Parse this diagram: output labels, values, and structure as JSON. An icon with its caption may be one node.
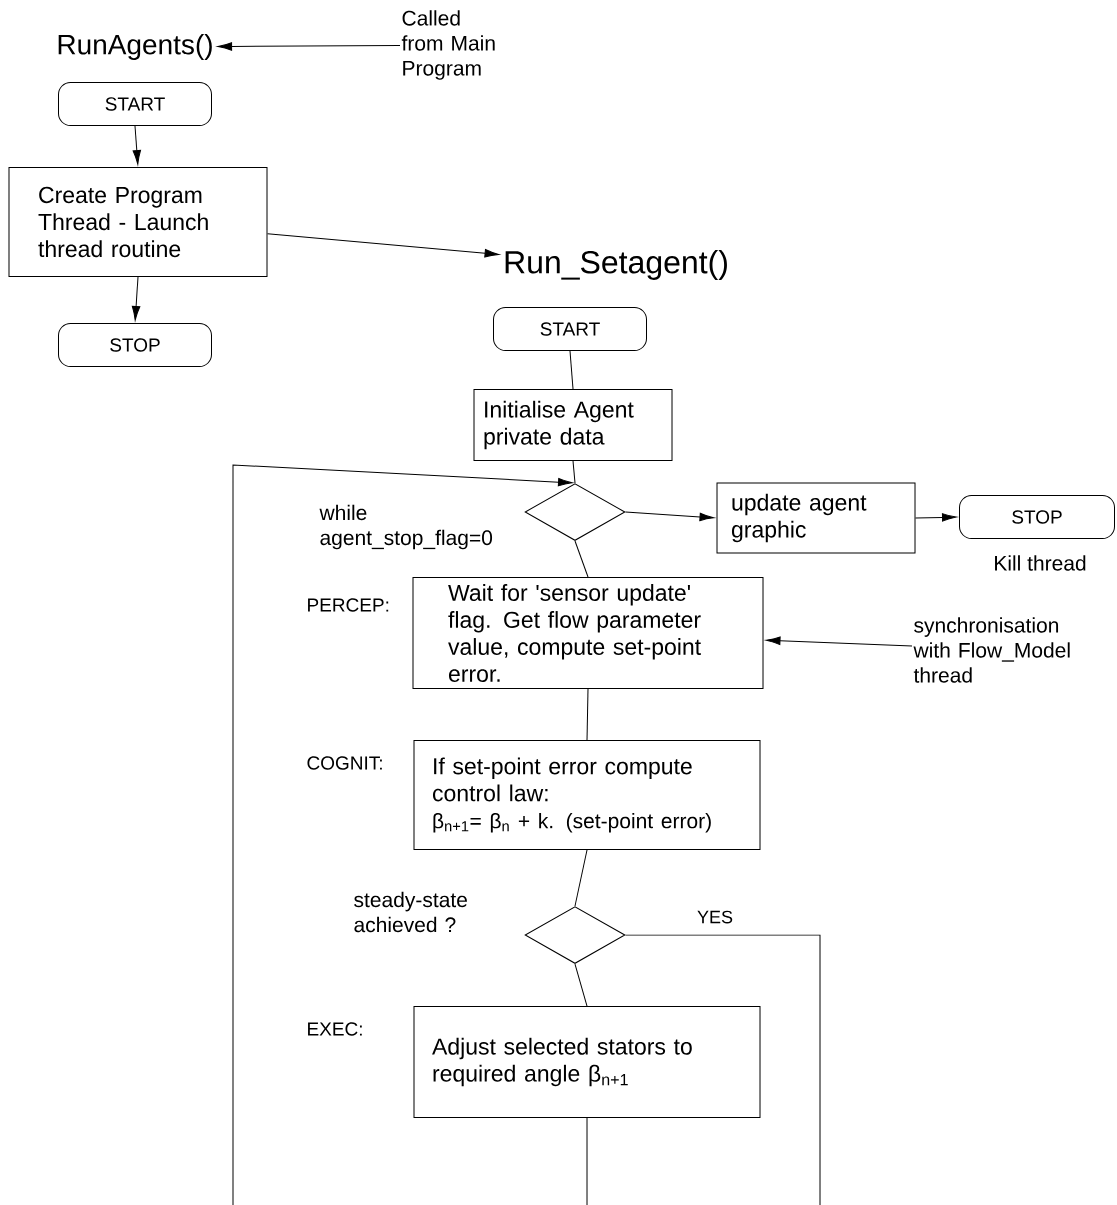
{
  "diagram": {
    "nodes": [
      {
        "text": [
          "Called from Main Program"
        ]
      },
      {
        "text": [
          "RunAgents()"
        ]
      },
      {
        "text": [
          "START"
        ]
      },
      {
        "text": [
          "Create Program Thread - Launch thread routine"
        ]
      },
      {
        "text": [
          "STOP"
        ]
      },
      {
        "text": [
          "Run_Setagent()"
        ]
      },
      {
        "text": [
          "START"
        ]
      },
      {
        "text": [
          "Initialise Agent private data"
        ]
      },
      {
        "text": [],
        "shape": "diamond",
        "beside": [
          "while agent_stop_flag=0"
        ]
      },
      {
        "text": [
          "update agent graphic"
        ]
      },
      {
        "text": [
          "STOP"
        ],
        "beside": [
          "Kill thread"
        ]
      },
      {
        "text": [
          "Wait for 'sensor update' flag. Get flow parameter value, compute set-point error."
        ],
        "beside": [
          "PERCEP:"
        ]
      },
      {
        "text": [
          "synchronisation with Flow_Model thread"
        ]
      },
      {
        "text": [
          "If set-point error compute control law:",
          "β$_{n+1}$= β$_{n}$ + k. (set-point error)"
        ],
        "beside": [
          "COGNIT:"
        ]
      },
      {
        "text": [],
        "shape": "diamond",
        "beside": [
          "steady-state achieved ?"
        ]
      },
      {
        "text": [
          "Adjust selected stators to required angle β$_{n+1}$"
        ],
        "beside": [
          "EXEC:"
        ]
      }
    ],
    "edges": [
      {
        "from": 0,
        "to": 1,
        "arrow": "to"
      },
      {
        "from": 2,
        "to": 3,
        "arrow": "to"
      },
      {
        "from": 3,
        "to": 4,
        "arrow": "to"
      },
      {
        "from": 3,
        "to": 5,
        "arrow": "to"
      },
      {
        "from": 6,
        "to": 7,
        "arrow": "none"
      },
      {
        "from": 7,
        "to": 8,
        "arrow": "none"
      },
      {
        "from": 8,
        "to": 9,
        "arrow": "to"
      },
      {
        "from": 9,
        "to": 10,
        "arrow": "to"
      },
      {
        "from": 8,
        "to": 11,
        "arrow": "none"
      },
      {
        "from": 12,
        "to": 11,
        "arrow": "to"
      },
      {
        "from": 11,
        "to": 13,
        "arrow": "none"
      },
      {
        "from": 13,
        "to": 14,
        "arrow": "none"
      },
      {
        "from": 14,
        "to": 15,
        "arrow": "none"
      },
      {
        "from": 14,
        "to": null,
        "arrow": "none",
        "label": "YES"
      },
      {
        "from": 15,
        "to": 8,
        "arrow": "to"
      }
    ]
  }
}
